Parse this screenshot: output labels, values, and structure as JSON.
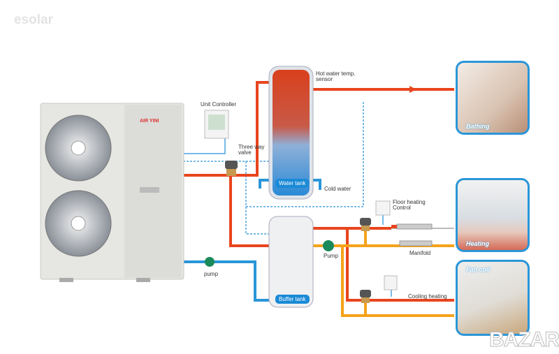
{
  "watermark": "esolar",
  "corner_watermark": "BAZAR",
  "unit": {
    "brand": "AIR YINI"
  },
  "labels": {
    "unit_controller": "Unit Controller",
    "three_way_valve": "Three way valve",
    "hot_water_sensor": "Hot water temp. sensor",
    "water_tank": "Water tank",
    "cold_water": "Cold water",
    "buffer_tank": "Buffer tank",
    "pump_left": "pump",
    "pump_right": "Pump",
    "floor_heating_control": "Floor heating Control",
    "manifold": "Manifold",
    "cooling_heating": "Cooling heating"
  },
  "scenes": {
    "bathing": "Bathing",
    "heating": "Heating",
    "fan_coil": "Fan coil"
  },
  "colors": {
    "hot": "#e8451e",
    "cold": "#2a96d8",
    "warm": "#f5a21a",
    "dashed": "#4aa3dd"
  }
}
